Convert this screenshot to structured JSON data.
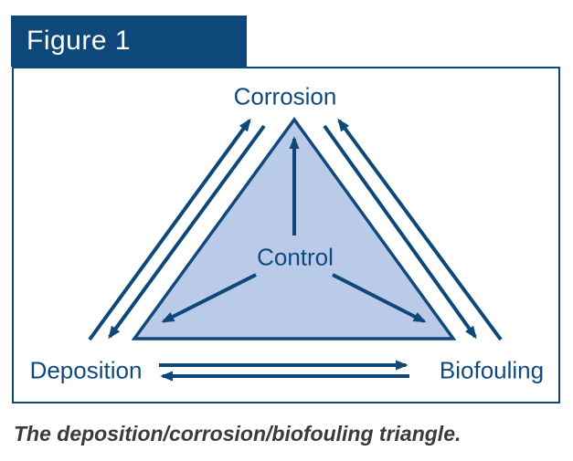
{
  "figure": {
    "header": "Figure 1",
    "caption": "The deposition/corrosion/biofouling triangle."
  },
  "diagram": {
    "nodes": {
      "top": "Corrosion",
      "left": "Deposition",
      "right": "Biofouling",
      "center": "Control"
    },
    "relations": [
      {
        "from": "Control",
        "to": "Corrosion"
      },
      {
        "from": "Control",
        "to": "Deposition"
      },
      {
        "from": "Control",
        "to": "Biofouling"
      },
      {
        "from": "Deposition",
        "to": "Corrosion",
        "bidirectional": true
      },
      {
        "from": "Corrosion",
        "to": "Biofouling",
        "bidirectional": true
      },
      {
        "from": "Deposition",
        "to": "Biofouling",
        "bidirectional": true
      }
    ],
    "colors": {
      "navy": "#0e4779",
      "label_text": "#11497e",
      "triangle_fill": "#b9cbe8",
      "header_bg": "#0e4779",
      "header_text": "#ffffff",
      "caption_text": "#3a3a3c"
    }
  }
}
